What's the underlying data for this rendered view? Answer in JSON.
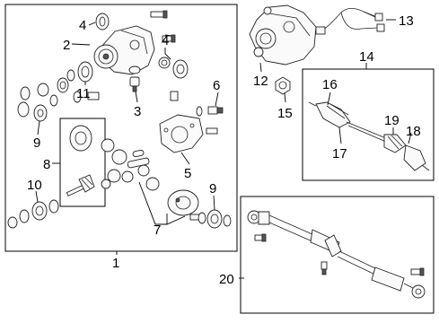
{
  "diagram": {
    "callouts": [
      "1",
      "2",
      "3",
      "4",
      "4",
      "5",
      "6",
      "7",
      "8",
      "9",
      "9",
      "10",
      "11",
      "12",
      "13",
      "14",
      "15",
      "16",
      "17",
      "18",
      "19",
      "20"
    ]
  }
}
